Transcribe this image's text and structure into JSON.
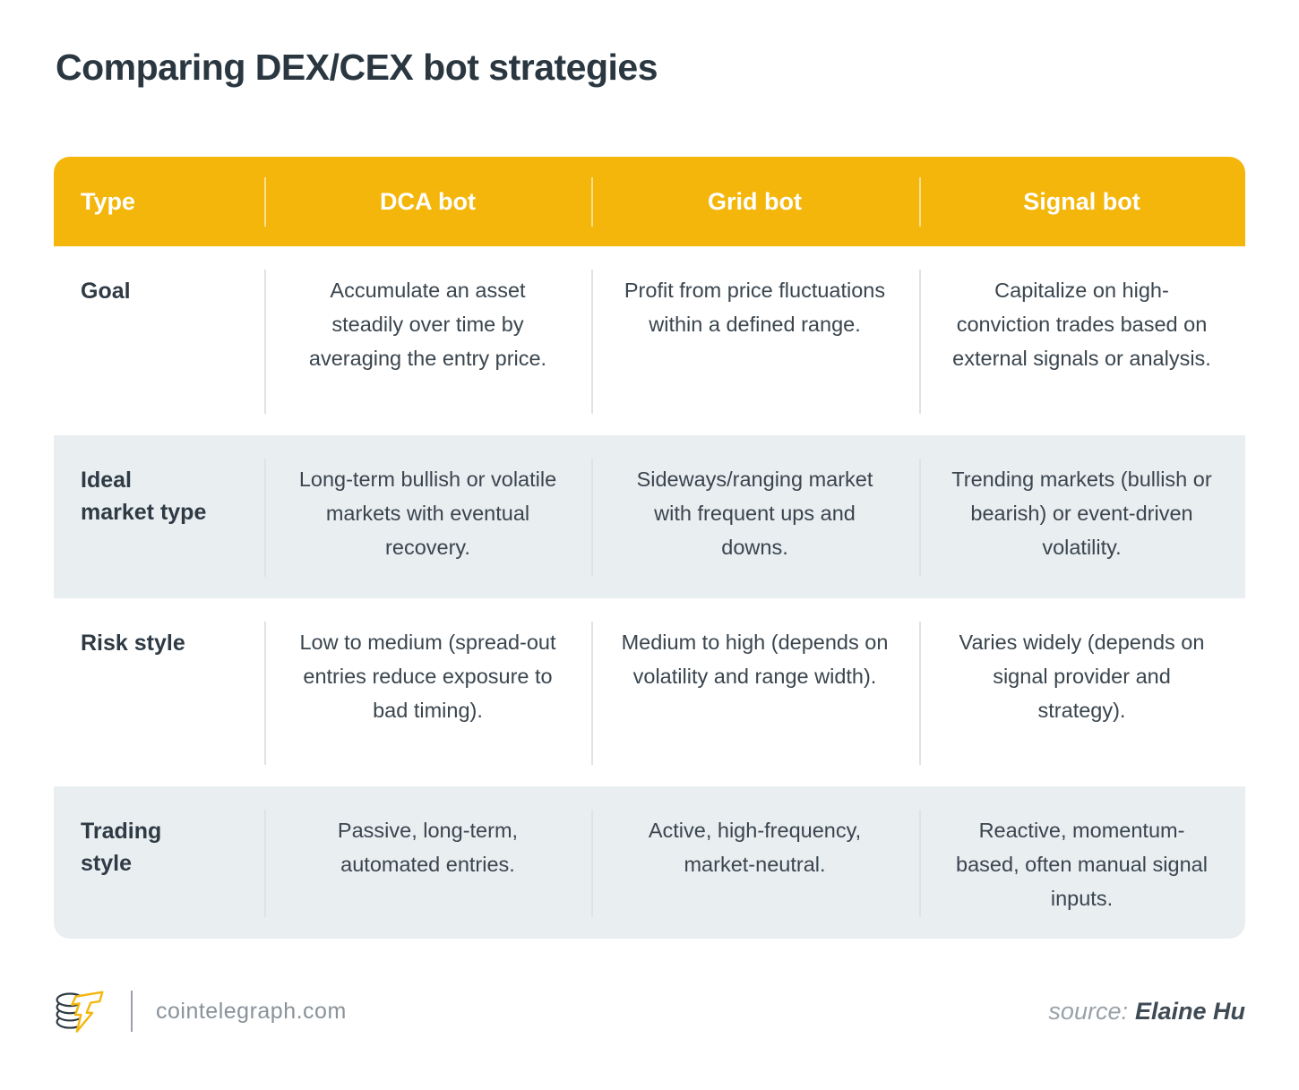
{
  "title": "Comparing DEX/CEX bot strategies",
  "chart_data": {
    "type": "table",
    "title": "Comparing DEX/CEX bot strategies",
    "columns": [
      "Type",
      "DCA bot",
      "Grid bot",
      "Signal bot"
    ],
    "rows": [
      [
        "Goal",
        "Accumulate an asset steadily over time by averaging the entry price.",
        "Profit from price fluctuations within a defined range.",
        "Capitalize on high-conviction trades based on external signals or analysis."
      ],
      [
        "Ideal market type",
        "Long-term bullish or volatile markets with eventual recovery.",
        "Sideways/ranging market with frequent ups and downs.",
        "Trending markets (bullish or bearish) or event-driven volatility."
      ],
      [
        "Risk style",
        "Low to medium (spread-out entries reduce exposure to bad timing).",
        "Medium to high (depends on volatility and range width).",
        "Varies widely (depends on signal provider and strategy)."
      ],
      [
        "Trading style",
        "Passive, long-term, automated entries.",
        "Active, high-frequency, market-neutral.",
        "Reactive, momentum-based, often manual signal inputs."
      ]
    ],
    "layout": {
      "header_style": "filled",
      "alternating_row_shading": true,
      "grid": "column-dividers-only"
    }
  },
  "display": {
    "row_labels": [
      "Goal",
      "Ideal\nmarket type",
      "Risk style",
      "Trading\nstyle"
    ]
  },
  "colors": {
    "header_bg": "#F4B60B",
    "header_text": "#FFFFFF",
    "alt_row_bg": "#E9EEF1",
    "title_text": "#2A3740",
    "body_text": "#3A454E",
    "column_divider": "#DDE3E7",
    "footer_text": "#8A9299",
    "source_name_text": "#3E4A54",
    "logo_yellow": "#F4B60B",
    "logo_dark": "#2E3A44"
  },
  "footer": {
    "logo": "cointelegraph-logo",
    "site": "cointelegraph.com",
    "source_label": "source:",
    "source_name": "Elaine Hu"
  }
}
